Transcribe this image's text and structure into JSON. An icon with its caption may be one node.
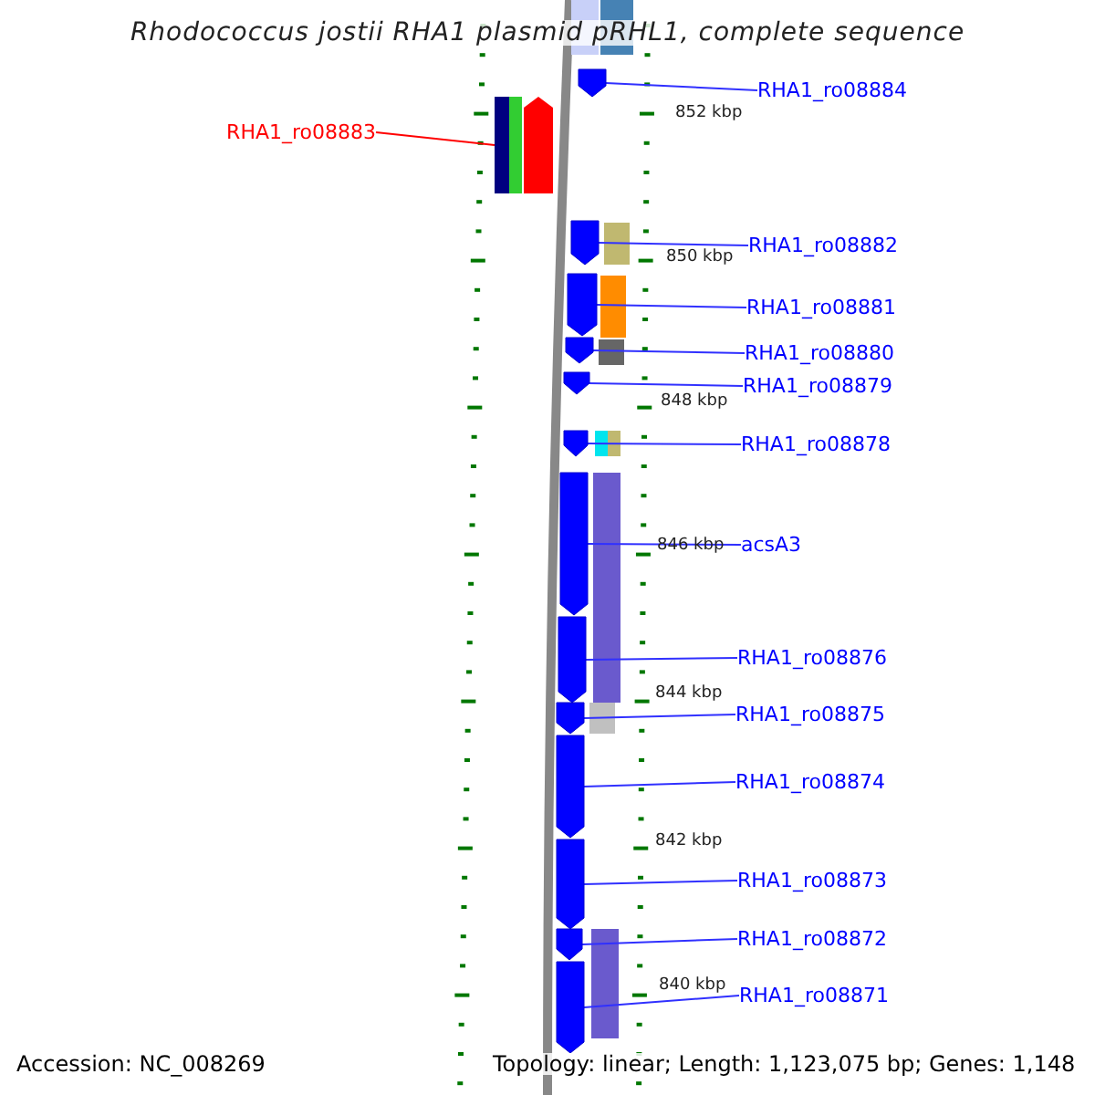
{
  "diagram": {
    "title": "Rhodococcus jostii RHA1 plasmid pRHL1, complete sequence",
    "nodes": [
      {
        "text": [
          "RHA1_ro08884"
        ]
      },
      {
        "text": [],
        "shape": "arrow"
      },
      {
        "text": [
          "RHA1_ro08883"
        ]
      },
      {
        "text": [],
        "shape": "arrow"
      },
      {
        "text": [
          "RHA1_ro08882"
        ]
      },
      {
        "text": [],
        "shape": "arrow"
      },
      {
        "text": [
          "RHA1_ro08881"
        ]
      },
      {
        "text": [],
        "shape": "arrow"
      },
      {
        "text": [
          "RHA1_ro08880"
        ]
      },
      {
        "text": [],
        "shape": "arrow"
      },
      {
        "text": [
          "RHA1_ro08879"
        ]
      },
      {
        "text": [],
        "shape": "arrow"
      },
      {
        "text": [
          "RHA1_ro08878"
        ]
      },
      {
        "text": [],
        "shape": "arrow"
      },
      {
        "text": [
          "acsA3"
        ]
      },
      {
        "text": [],
        "shape": "arrow"
      },
      {
        "text": [
          "RHA1_ro08876"
        ]
      },
      {
        "text": [],
        "shape": "arrow"
      },
      {
        "text": [
          "RHA1_ro08875"
        ]
      },
      {
        "text": [],
        "shape": "arrow"
      },
      {
        "text": [
          "RHA1_ro08874"
        ]
      },
      {
        "text": [],
        "shape": "arrow"
      },
      {
        "text": [
          "RHA1_ro08873"
        ]
      },
      {
        "text": [],
        "shape": "arrow"
      },
      {
        "text": [
          "RHA1_ro08872"
        ]
      },
      {
        "text": [],
        "shape": "arrow"
      },
      {
        "text": [
          "RHA1_ro08871"
        ]
      },
      {
        "text": [],
        "shape": "arrow"
      }
    ],
    "edges": [
      {
        "from": 0,
        "to": 1,
        "arrow": "none"
      },
      {
        "from": 2,
        "to": 3,
        "arrow": "none",
        "color": "#ff0000"
      },
      {
        "from": 4,
        "to": 5,
        "arrow": "none"
      },
      {
        "from": 6,
        "to": 7,
        "arrow": "none"
      },
      {
        "from": 8,
        "to": 9,
        "arrow": "none"
      },
      {
        "from": 10,
        "to": 11,
        "arrow": "none"
      },
      {
        "from": 12,
        "to": 13,
        "arrow": "none"
      },
      {
        "from": 14,
        "to": 15,
        "arrow": "none"
      },
      {
        "from": 16,
        "to": 17,
        "arrow": "none"
      },
      {
        "from": 18,
        "to": 19,
        "arrow": "none"
      },
      {
        "from": 20,
        "to": 21,
        "arrow": "none"
      },
      {
        "from": 22,
        "to": 23,
        "arrow": "none"
      },
      {
        "from": 24,
        "to": 25,
        "arrow": "none"
      },
      {
        "from": 26,
        "to": 27,
        "arrow": "none"
      }
    ],
    "labels": [
      "852 kbp",
      "850 kbp",
      "848 kbp",
      "846 kbp",
      "844 kbp",
      "842 kbp",
      "840 kbp",
      "Accession: NC_008269",
      "Topology: linear; Length: 1,123,075 bp; Genes: 1,148"
    ]
  }
}
